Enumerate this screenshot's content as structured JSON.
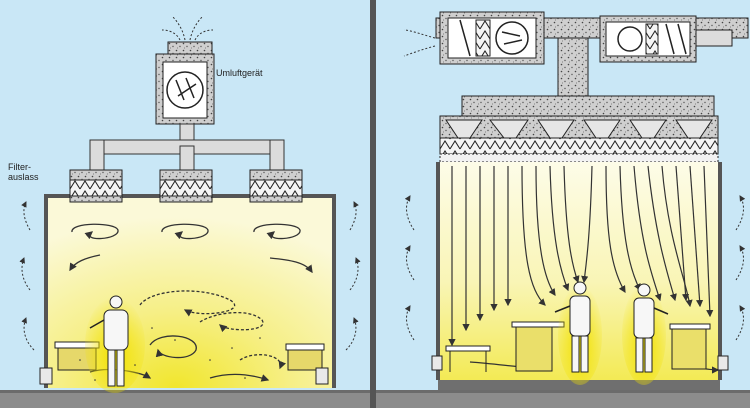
{
  "labels": {
    "recirculation_unit": "Umluftgerät",
    "filter_outlet_line1": "Filter-",
    "filter_outlet_line2": "auslass"
  },
  "colors": {
    "background": "#c9e7f6",
    "duct_fill": "#c8c8c8",
    "wall": "#555555",
    "floor": "#8e8e8e",
    "light_yellow": "#fbf7c6",
    "bright_yellow": "#f3ea3e",
    "arrow": "#333333"
  },
  "icons": [
    "recirculation-unit-icon",
    "filter-outlet-icon",
    "air-handling-unit-icon",
    "fan-icon",
    "worker-figure-icon",
    "workbench-icon",
    "airflow-arrow-icon"
  ]
}
